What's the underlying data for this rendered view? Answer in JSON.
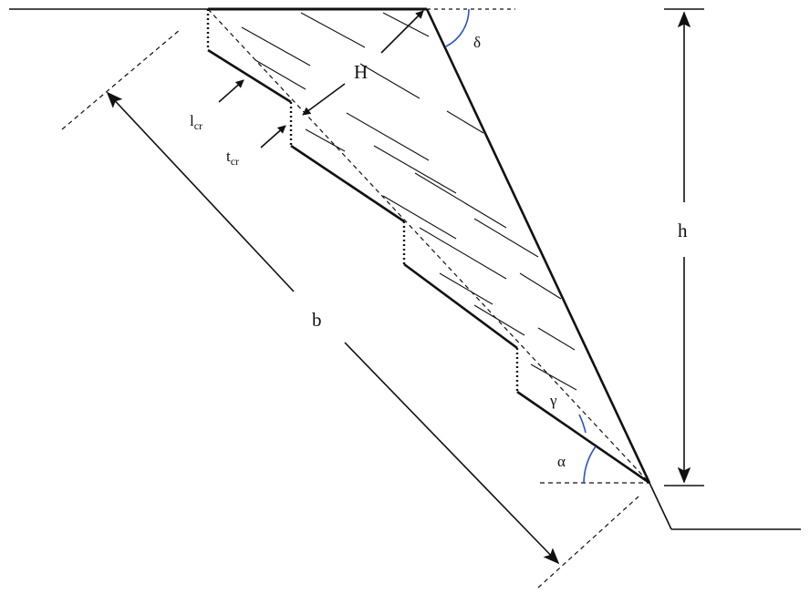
{
  "figure": {
    "labels": {
      "delta": "δ",
      "H": "H",
      "l_cr_main": "l",
      "l_cr_sub": "cr",
      "t_cr_main": "t",
      "t_cr_sub": "cr",
      "h": "h",
      "b": "b",
      "gamma": "γ",
      "alpha": "α"
    },
    "colors": {
      "ink": "#111111",
      "angle_arc": "#2a52c9",
      "background": "#ffffff"
    }
  }
}
